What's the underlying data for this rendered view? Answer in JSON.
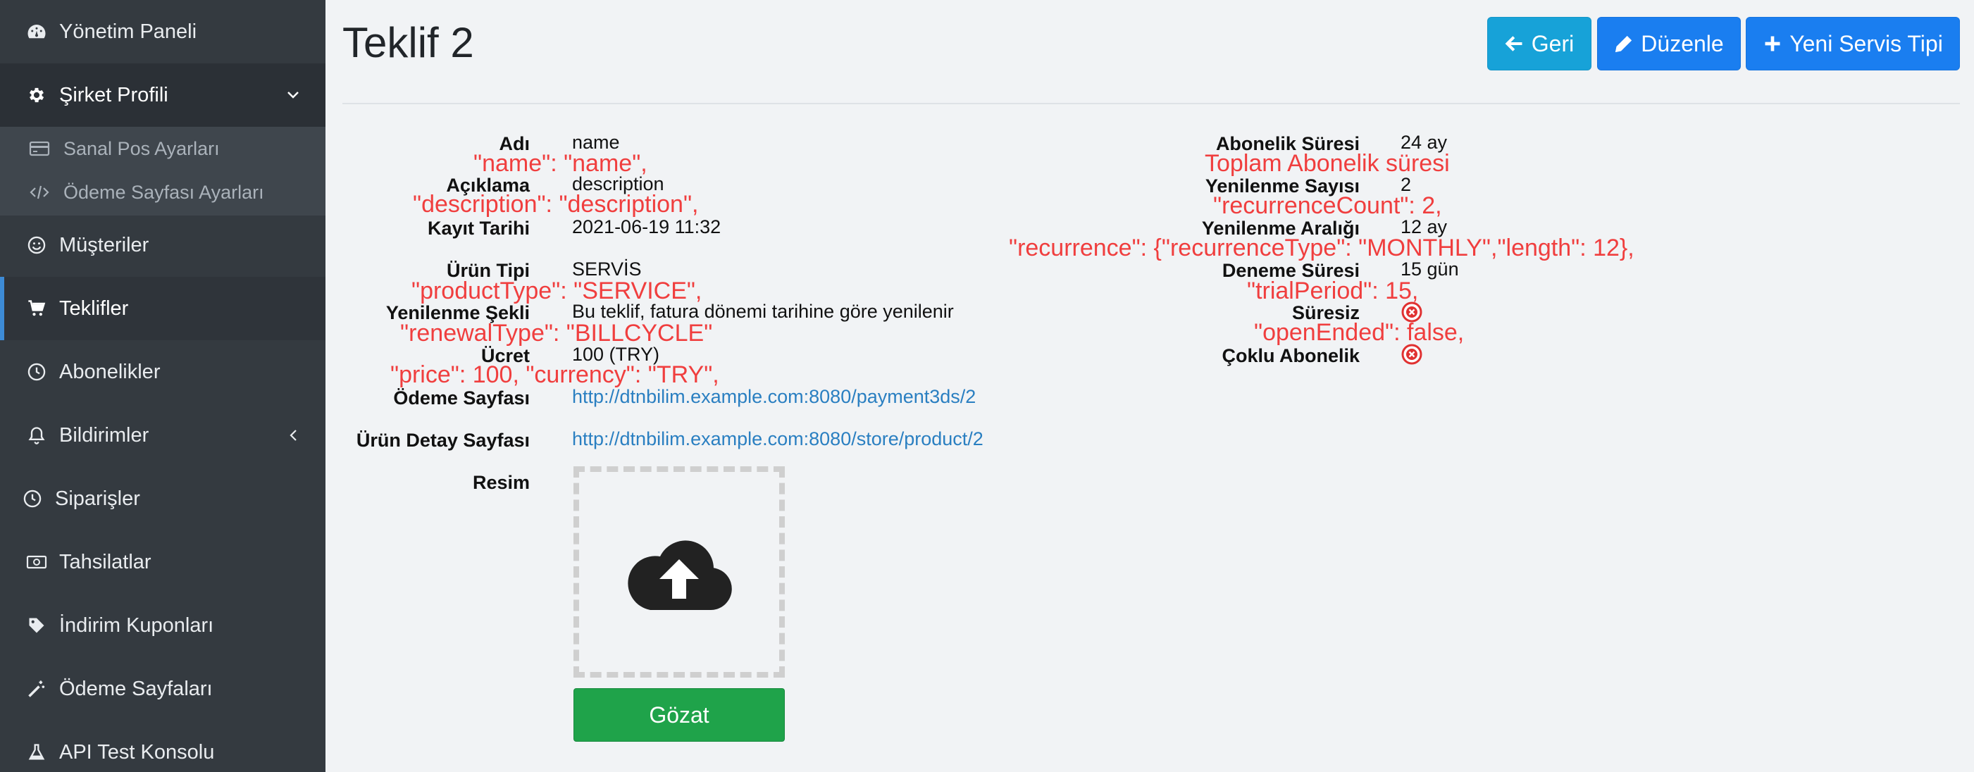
{
  "sidebar": {
    "items": [
      {
        "label": "Yönetim Paneli",
        "icon": "dashboard-icon"
      },
      {
        "label": "Şirket Profili",
        "icon": "gear-icon"
      },
      {
        "label": "Müşteriler",
        "icon": "smile-icon"
      },
      {
        "label": "Teklifler",
        "icon": "cart-icon"
      },
      {
        "label": "Abonelikler",
        "icon": "clock-icon"
      },
      {
        "label": "Bildirimler",
        "icon": "bell-icon"
      },
      {
        "label": "Siparişler",
        "icon": "clock-icon"
      },
      {
        "label": "Tahsilatlar",
        "icon": "money-icon"
      },
      {
        "label": "İndirim Kuponları",
        "icon": "tag-icon"
      },
      {
        "label": "Ödeme Sayfaları",
        "icon": "magic-wand-icon"
      },
      {
        "label": "API Test Konsolu",
        "icon": "flask-icon"
      }
    ],
    "subitems": [
      {
        "label": "Sanal Pos Ayarları",
        "icon": "credit-card-icon"
      },
      {
        "label": "Ödeme Sayfası Ayarları",
        "icon": "code-icon"
      }
    ]
  },
  "header": {
    "title": "Teklif 2",
    "back_label": "Geri",
    "edit_label": "Düzenle",
    "new_label": "Yeni Servis Tipi"
  },
  "details_left": {
    "name_label": "Adı",
    "name_value": "name",
    "desc_label": "Açıklama",
    "desc_value": "description",
    "date_label": "Kayıt Tarihi",
    "date_value": "2021-06-19 11:32",
    "type_label": "Ürün Tipi",
    "type_value": "SERVİS",
    "renew_label": "Yenilenme Şekli",
    "renew_value": "Bu teklif, fatura dönemi tarihine göre yenilenir",
    "price_label": "Ücret",
    "price_value": "100 (TRY)",
    "pay_label": "Ödeme Sayfası",
    "pay_url": "http://dtnbilim.example.com:8080/payment3ds/2",
    "detail_label": "Ürün Detay Sayfası",
    "detail_url": "http://dtnbilim.example.com:8080/store/product/2",
    "image_label": "Resim",
    "browse_label": "Gözat"
  },
  "details_right": {
    "duration_label": "Abonelik Süresi",
    "duration_value": "24 ay",
    "count_label": "Yenilenme Sayısı",
    "count_value": "2",
    "interval_label": "Yenilenme Aralığı",
    "interval_value": "12 ay",
    "trial_label": "Deneme Süresi",
    "trial_value": "15 gün",
    "openended_label": "Süresiz",
    "multi_label": "Çoklu Abonelik"
  },
  "annotations": {
    "name": "\"name\": \"name\",",
    "description": "\"description\": \"description\",",
    "productType": "\"productType\": \"SERVICE\",",
    "renewalType": "\"renewalType\": \"BILLCYCLE\"",
    "price": "\"price\": 100, \"currency\": \"TRY\",",
    "duration": "Toplam Abonelik süresi",
    "recurrenceCount": "\"recurrenceCount\": 2,",
    "recurrence": "\"recurrence\": {\"recurrenceType\": \"MONTHLY\",\"length\": 12},",
    "trialPeriod": "\"trialPeriod\": 15,",
    "openEnded": "\"openEnded\": false,"
  },
  "colors": {
    "sidebar_bg": "#343a40",
    "accent_info": "#17a2d8",
    "accent_primary": "#1a7ef0",
    "success": "#1fa34a",
    "annotation": "#f03e3e",
    "link": "#2a7fc1",
    "danger_icon": "#e03131"
  }
}
